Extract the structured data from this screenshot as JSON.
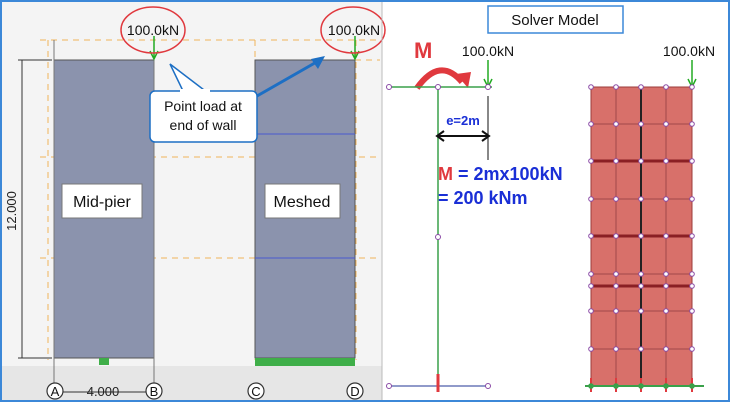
{
  "left_view": {
    "loads": [
      "100.0kN",
      "100.0kN"
    ],
    "piers": [
      {
        "label": "Mid-pier"
      },
      {
        "label": "Meshed"
      }
    ],
    "callout": {
      "line1": "Point load at",
      "line2": "end of wall"
    },
    "dimension_height": "12.000",
    "dimension_width": "4.000",
    "grid_labels": [
      "A",
      "B",
      "C",
      "D"
    ]
  },
  "right_view": {
    "title": "Solver Model",
    "loads": [
      "100.0kN",
      "100.0kN"
    ],
    "moment_symbol": "M",
    "eccentricity": "e=2m",
    "equation": {
      "prefix": "M",
      "line1_rest": " = 2mx100kN",
      "line2": "= 200 kNm"
    }
  },
  "colors": {
    "pier_fill": "#8b93ad",
    "mesh_fill": "#d8706a",
    "load_arrow": "#22aa22",
    "highlight_circle": "#e0393e",
    "callout_blue": "#1d6fc4",
    "moment_red": "#e0393e",
    "equation_blue": "#1a2fd6",
    "frame_border": "#3c88d8"
  }
}
